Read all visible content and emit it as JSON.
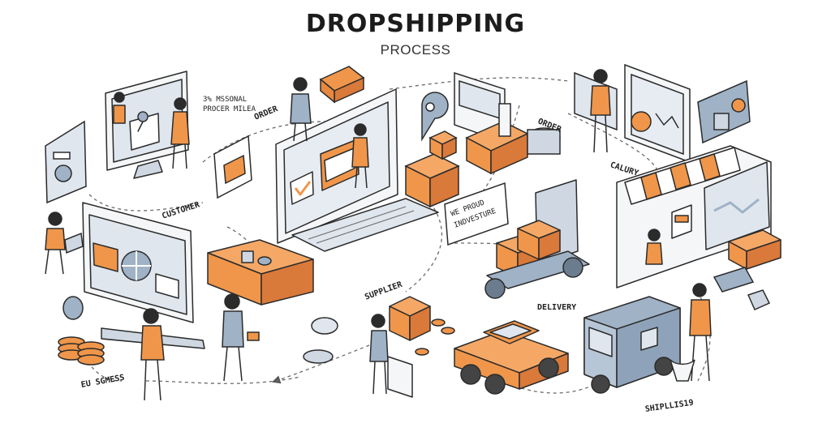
{
  "header": {
    "title": "DROPSHIPPING",
    "subtitle": "PROCESS"
  },
  "labels": {
    "customer": "CUSTOMER",
    "order_top": "ORDER",
    "order_right": "ORDER",
    "note_line1": "3% MSSONAL",
    "note_line2": "PROCER MILEA",
    "calury": "CALURY",
    "sign_line1": "WE PROUD",
    "sign_line2": "INDVESTURE",
    "supplier": "SUPPLIER",
    "delivery": "DELIVERY",
    "business": "EU SGMESS",
    "shipping": "SHIPLLIS19"
  },
  "colors": {
    "accent": "#f0964a",
    "steel": "#9fb2c6",
    "ink": "#2b2b2b",
    "paper": "#f4f6f8"
  }
}
